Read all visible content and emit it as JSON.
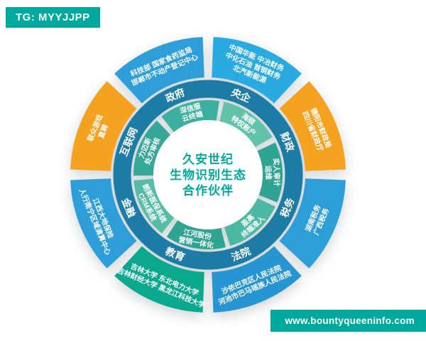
{
  "badge": {
    "label": "TG: MYYJJPP",
    "bg": "#00a99d"
  },
  "watermark": {
    "label": "www.bountyqueeninfo.com",
    "bg": "#00a99d"
  },
  "chart_data": {
    "type": "radial-partner-wheel",
    "title": "久安世纪生物识别生态合作伙伴",
    "center": {
      "lines": [
        "久安世纪",
        "生物识别生态",
        "合作伙伴"
      ],
      "text_color": "#00a99d"
    },
    "category_ring_color": "#1c7ca6",
    "sectors": [
      {
        "category": "央企",
        "center_angle": 22.5,
        "color": "#29abe2",
        "partners": [
          "中国华能  中冶财务",
          "中化石油  首钢财务",
          "北汽新能源"
        ]
      },
      {
        "category": "财政",
        "center_angle": 67.5,
        "color": "#f6a221",
        "partners": [
          "德阳市财政局",
          "四川省财政厅"
        ]
      },
      {
        "category": "税务",
        "center_angle": 112.5,
        "color": "#2e9ed8",
        "partners": [
          "湖南税务",
          "广西税务"
        ]
      },
      {
        "category": "法院",
        "center_angle": 157.5,
        "color": "#2795d2",
        "partners": [
          "沙依巴克区人民法院",
          "河池市巴马瑶族人民法院"
        ]
      },
      {
        "category": "教育",
        "center_angle": 202.5,
        "color": "#0aa88d",
        "partners": [
          "吉林大学  东北电力大学",
          "吉林财经大学  黑龙江科技大学"
        ]
      },
      {
        "category": "金融",
        "center_angle": 247.5,
        "color": "#2e9ed8",
        "partners": [
          "江西大地保险",
          "人行南宁区域清算中心"
        ]
      },
      {
        "category": "互联网",
        "center_angle": 292.5,
        "color": "#f6a221",
        "partners": [
          "联众游戏",
          "直聘"
        ]
      },
      {
        "category": "政府",
        "center_angle": 337.5,
        "color": "#2e9ed8",
        "partners": [
          "科技部  国家食药监局",
          "邯郸市不动产登记中心"
        ]
      }
    ],
    "inner_products": [
      {
        "center_angle": -15,
        "color": "#3cb09e",
        "lines": [
          "深信服",
          "云终端"
        ]
      },
      {
        "center_angle": 36,
        "color": "#5fc2a9",
        "lines": [
          "海颐",
          "特权账户"
        ]
      },
      {
        "center_angle": 88,
        "color": "#2fa493",
        "lines": [
          "实人审计",
          "运维"
        ]
      },
      {
        "center_angle": 139,
        "color": "#4cb8a4",
        "lines": [
          "盈高",
          "终端准入"
        ]
      },
      {
        "center_angle": 190,
        "color": "#2fa493",
        "lines": [
          "江河股份",
          "营销一体化"
        ]
      },
      {
        "center_angle": 242,
        "color": "#55bda7",
        "lines": [
          "朗新医保系统",
          "CRM系统"
        ]
      },
      {
        "center_angle": 293,
        "color": "#35a897",
        "lines": [
          "力迈斯",
          "处方审核"
        ]
      }
    ]
  }
}
